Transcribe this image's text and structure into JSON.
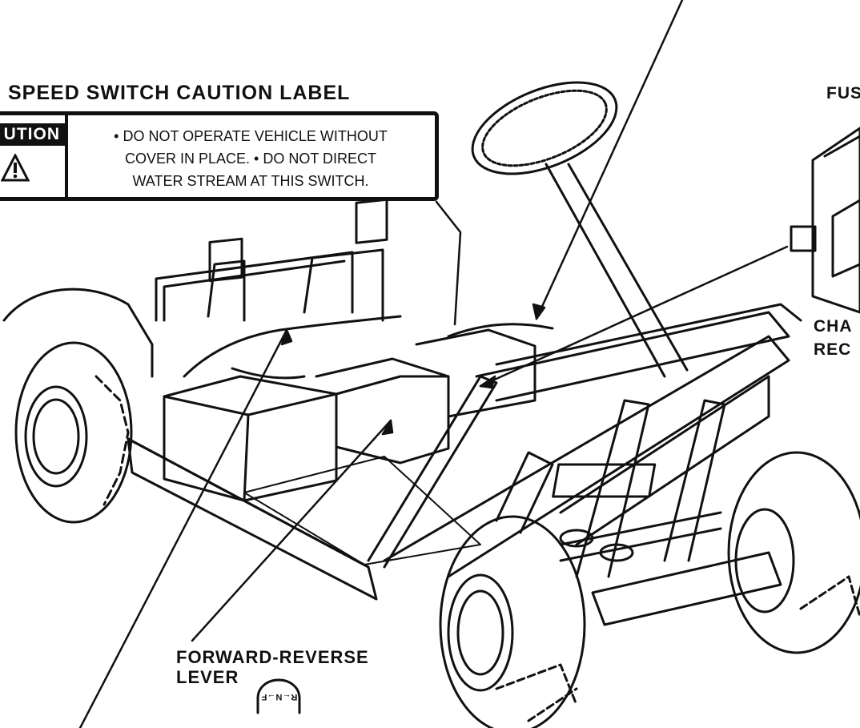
{
  "labels": {
    "speed_switch_title": "SPEED SWITCH CAUTION LABEL",
    "caution_badge": "UTION",
    "caution_line1": "• DO NOT OPERATE VEHICLE WITHOUT",
    "caution_line2": "COVER IN PLACE. • DO NOT DIRECT",
    "caution_line3": "WATER STREAM AT THIS SWITCH.",
    "fuse_label": "FUS",
    "charge_label_line1": "CHA",
    "charge_label_line2": "REC",
    "fwd_rev_line1": "FORWARD-REVERSE",
    "fwd_rev_line2": "LEVER",
    "shift_knob_text": "R←N→F"
  },
  "icons": {
    "warning": "warning-triangle-icon",
    "shift": "shift-knob-icon"
  },
  "colors": {
    "ink": "#111111",
    "paper": "#ffffff"
  }
}
